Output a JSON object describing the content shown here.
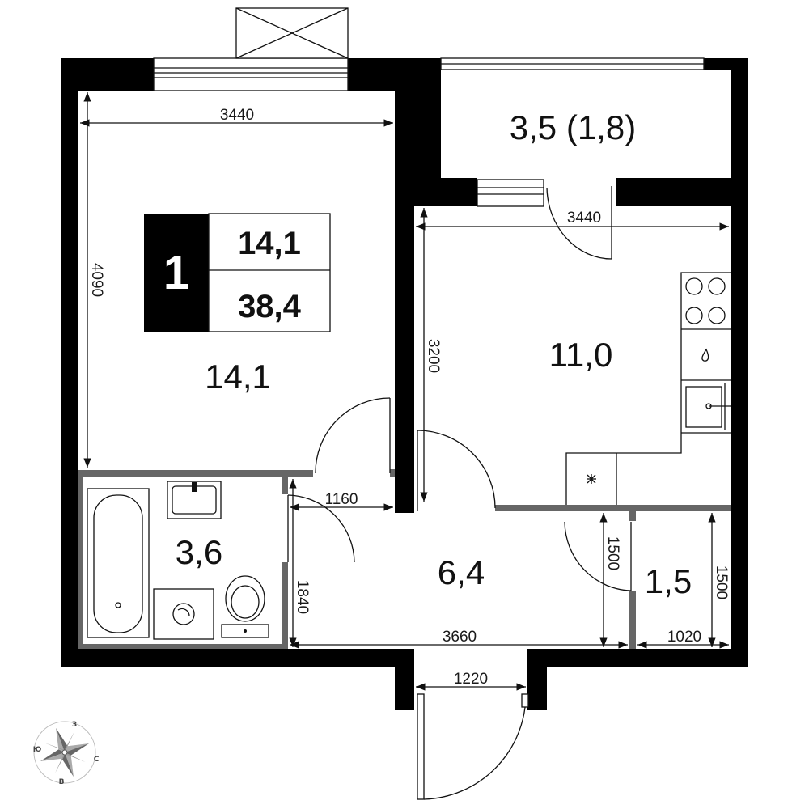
{
  "summary": {
    "rooms_count": "1",
    "living_area": "14,1",
    "total_area": "38,4"
  },
  "rooms": {
    "living": "14,1",
    "balcony": "3,5 (1,8)",
    "kitchen": "11,0",
    "bathroom": "3,6",
    "hall": "6,4",
    "storage": "1,5"
  },
  "dimensions": {
    "living_width": "3440",
    "living_length": "4090",
    "kitchen_width": "3440",
    "kitchen_length": "3200",
    "bath_door_width": "1160",
    "bath_length": "1840",
    "hall_width": "3660",
    "storage_length_left": "1500",
    "storage_length_right": "1500",
    "storage_width": "1020",
    "entrance_width": "1220"
  },
  "compass": {
    "north": "З",
    "east": "С",
    "south": "В",
    "west": "Ю"
  },
  "colors": {
    "wall": "#000000",
    "partition": "#666666",
    "line": "#111111"
  }
}
